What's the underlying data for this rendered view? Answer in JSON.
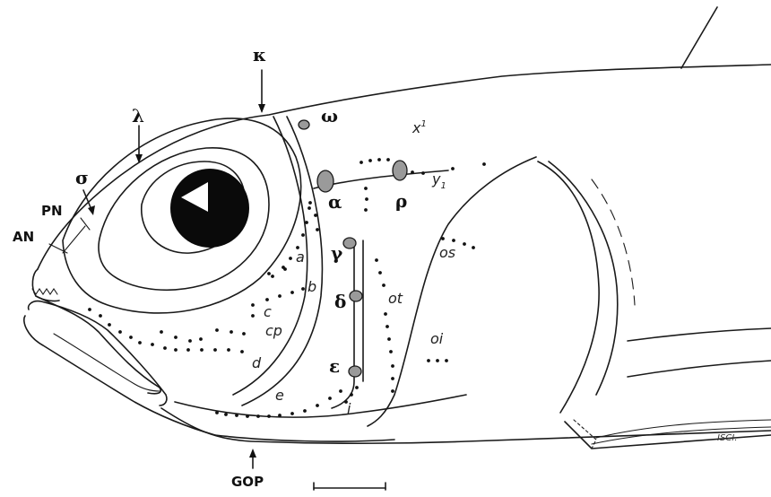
{
  "labels": {
    "kappa": "κ",
    "lambda": "λ",
    "sigma": "σ",
    "pn": "PN",
    "an": "AN",
    "omega": "ω",
    "alpha": "α",
    "rho": "ρ",
    "gamma": "γ",
    "delta": "δ",
    "epsilon": "ε",
    "x1_base": "x",
    "x1_sup": "1",
    "y1_base": "y",
    "y1_sub": "1",
    "a": "a",
    "b": "b",
    "c": "c",
    "cp": "cp",
    "d": "d",
    "e": "e",
    "i": "i",
    "os": "os",
    "ot": "ot",
    "oi": "oi",
    "gop": "GOP",
    "signature": "ISCI."
  },
  "colors": {
    "line": "#1a1a1a",
    "organ_fill": "#9a9a9a",
    "background": "#ffffff"
  }
}
